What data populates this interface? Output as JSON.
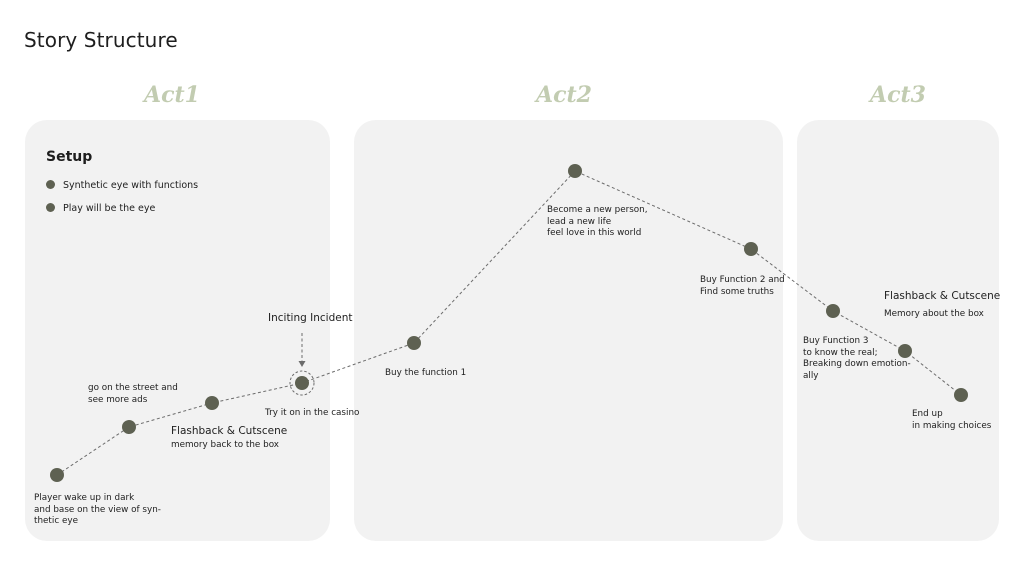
{
  "title": "Story Structure",
  "acts": [
    {
      "title": "Act1"
    },
    {
      "title": "Act2"
    },
    {
      "title": "Act3"
    }
  ],
  "setup": {
    "title": "Setup",
    "items": [
      "Synthetic eye with functions",
      "Play will be the eye"
    ]
  },
  "colors": {
    "node": "#5e6152",
    "line": "#6c6c6c",
    "panel": "#f2f2f2",
    "act_title": "#c2ccb1"
  },
  "plot_points": [
    {
      "label": "Player wake up in dark\nand base on the view of syn-\nthetic eye"
    },
    {
      "label": "go on the street and\nsee more ads"
    },
    {
      "label": "memory back to the box",
      "heading": "Flashback & Cutscene"
    },
    {
      "label": "Try it on in the casino",
      "heading": "Inciting Incident"
    },
    {
      "label": "Buy the function 1"
    },
    {
      "label": "Become a new person,\nlead a new life\nfeel love in this world"
    },
    {
      "label": "Buy Function 2 and\nFind some truths"
    },
    {
      "label": "Buy Function 3\nto know the real;\nBreaking down emotion-\nally"
    },
    {
      "label": "Memory about the box",
      "heading": "Flashback & Cutscene"
    },
    {
      "label": "End up\nin making choices"
    }
  ]
}
